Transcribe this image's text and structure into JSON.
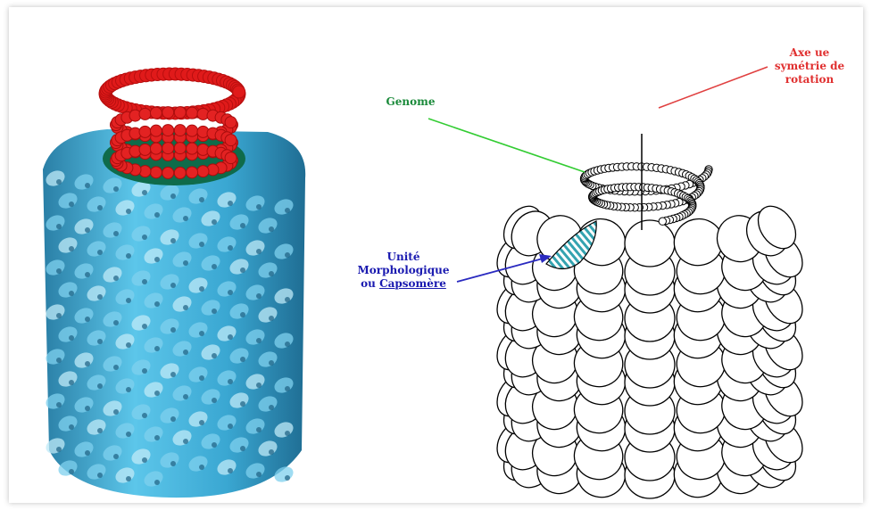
{
  "labels": {
    "axe_line1": "Axe ue",
    "axe_line2": "symétrie de",
    "axe_line3": "rotation",
    "genome": "Genome",
    "unite_line1": "Unité",
    "unite_line2": "Morphologique",
    "unite_line3_prefix": "ou ",
    "unite_line3_link": "Capsomère"
  },
  "colors": {
    "axe": "#e03030",
    "genome": "#1a8a3a",
    "unite": "#1a1ab0",
    "axe_arrow": "#e04040",
    "genome_arrow": "#33cc33",
    "unite_arrow": "#2a2ac0",
    "capsid_blue": "#3fa9cf",
    "capsid_red": "#e01a1a",
    "capsid_green": "#0f6b4a",
    "highlight": "#34a3b0"
  }
}
